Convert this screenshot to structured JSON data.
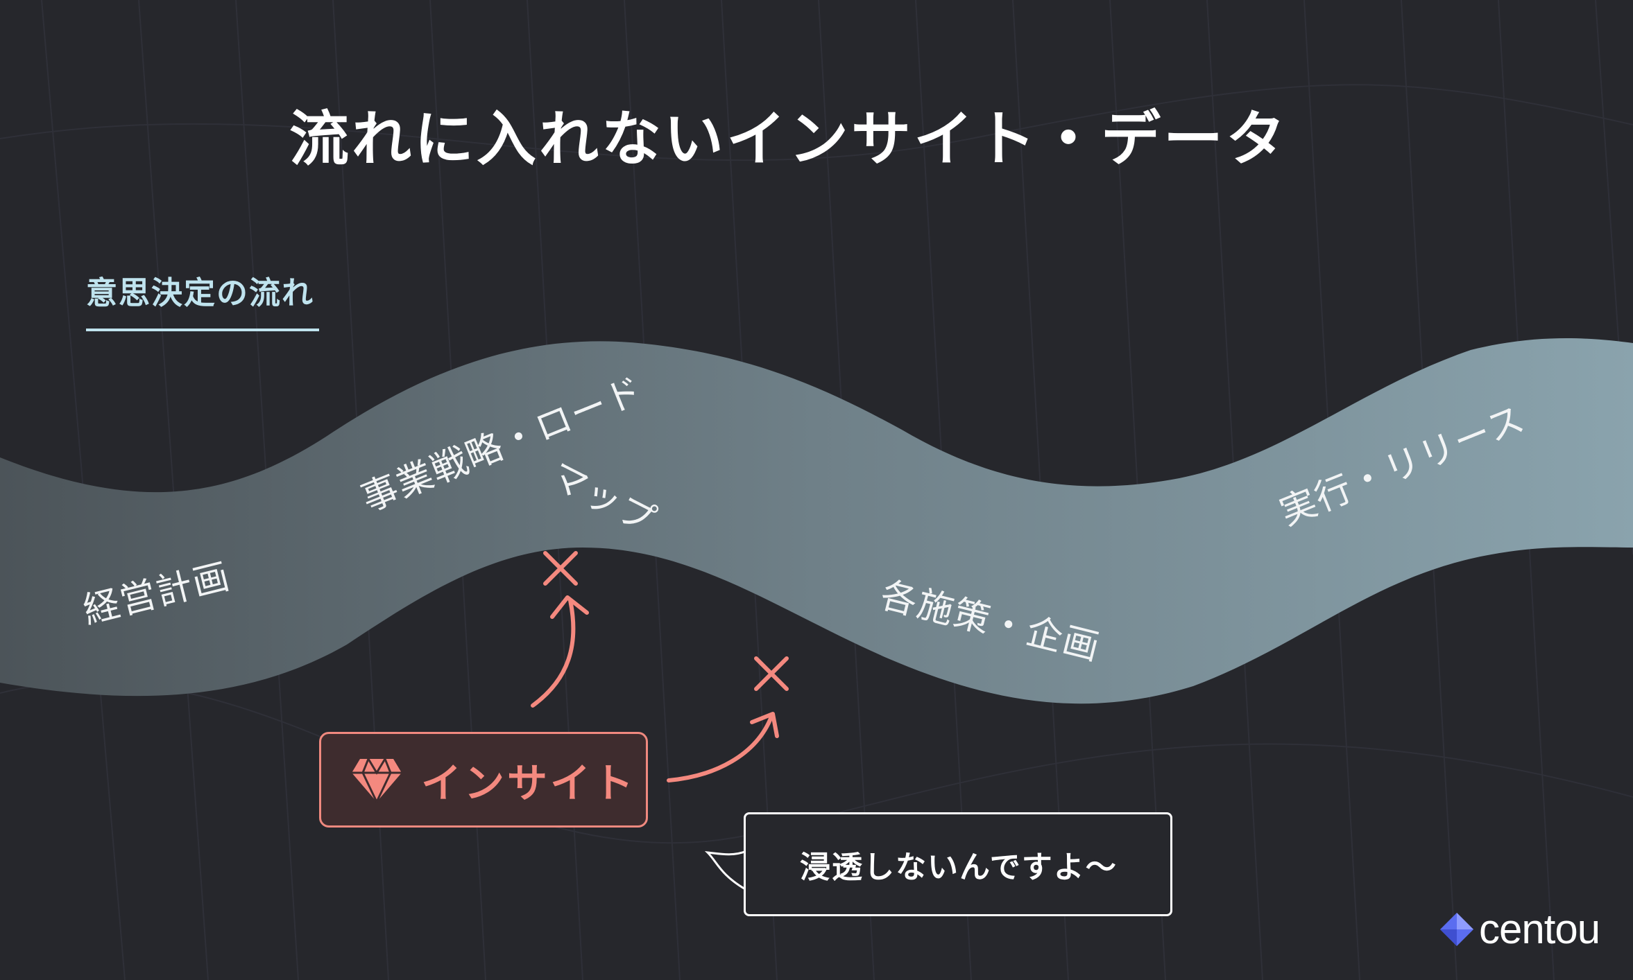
{
  "title": "流れに入れないインサイト・データ",
  "section": {
    "label": "意思決定の流れ"
  },
  "stages": {
    "plan": "経営計画",
    "strategy_a": "事業戦略・ロード",
    "strategy_b": "マップ",
    "measures": "各施策・企画",
    "release": "実行・リリース"
  },
  "insight": {
    "label": "インサイト",
    "icon": "gem-icon",
    "color": "#f4897f"
  },
  "bubble": {
    "text": "浸透しないんですよ〜"
  },
  "logo": {
    "text": "centou",
    "color": "#5b6df0"
  },
  "colors": {
    "background": "#26272c",
    "river_start": "#4f5860",
    "river_end": "#8aa3ad",
    "accent": "#f4897f",
    "label": "#bfe3ee"
  }
}
